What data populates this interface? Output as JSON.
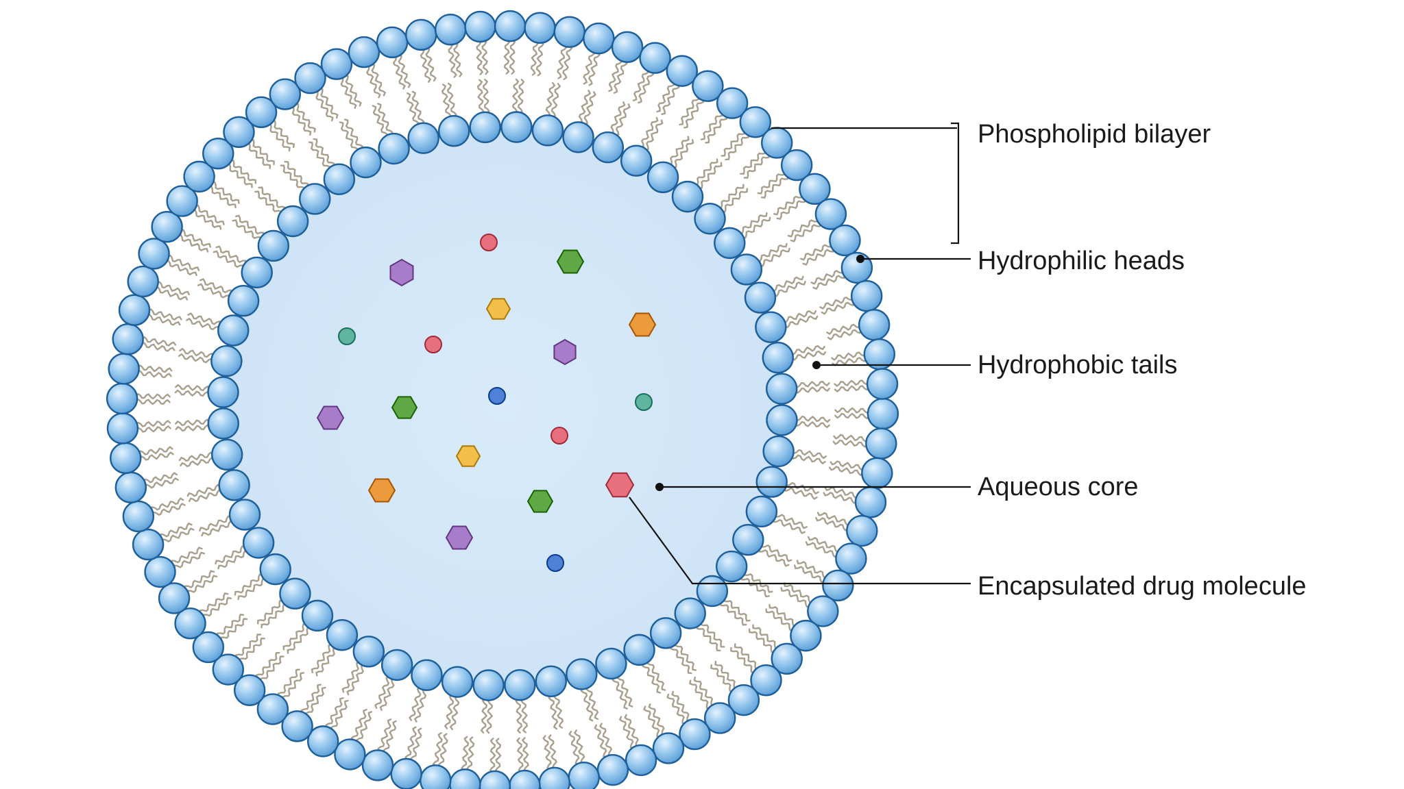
{
  "labels": {
    "bilayer": "Phospholipid bilayer",
    "heads": "Hydrophilic heads",
    "tails": "Hydrophobic tails",
    "core": "Aqueous core",
    "drug": "Encapsulated drug molecule"
  },
  "colors": {
    "head_fill": "#8fc3ec",
    "head_stroke": "#1f5f99",
    "tail": "#a89e8c",
    "core_fill": "#d4e8f8",
    "leader": "#111111",
    "drug_red": "#e8707e",
    "drug_green": "#5fa845",
    "drug_purple": "#a77cc8",
    "drug_yellow": "#f2c04a",
    "drug_orange": "#eb9a3c",
    "drug_teal": "#5fb59f",
    "drug_blue": "#4f82d6"
  },
  "icons": {
    "head": "phospholipid-head-icon",
    "molecule": "drug-molecule-icon"
  }
}
